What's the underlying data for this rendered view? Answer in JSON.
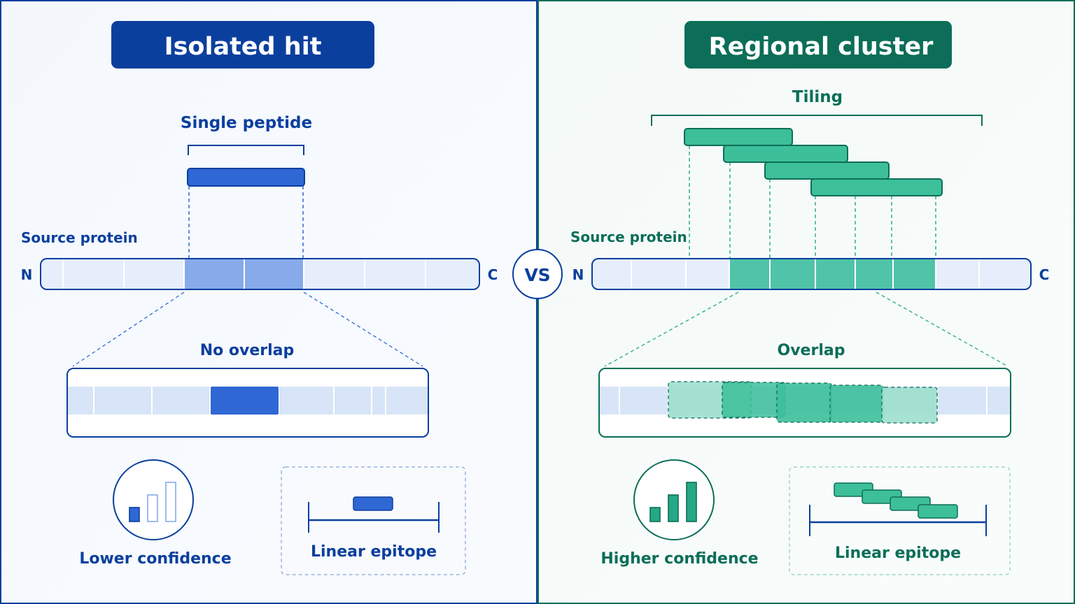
{
  "left": {
    "title": "Isolated hit",
    "peptide_label": "Single peptide",
    "source_label": "Source protein",
    "n_label": "N",
    "c_label": "C",
    "overlap_label": "No overlap",
    "confidence_label": "Lower confidence",
    "epitope_label": "Linear epitope",
    "signal_level": 1
  },
  "center": {
    "vs_label": "VS"
  },
  "right": {
    "title": "Regional cluster",
    "tiling_label": "Tiling",
    "source_label": "Source protein",
    "n_label": "N",
    "c_label": "C",
    "overlap_label": "Overlap",
    "confidence_label": "Higher confidence",
    "epitope_label": "Linear epitope",
    "signal_level": 3
  },
  "colors": {
    "blue_dark": "#0b3f9e",
    "blue_mid": "#2f68d4",
    "blue_light": "#86aaea",
    "blue_pale": "#e6eefb",
    "green_dark": "#0c6e58",
    "green_mid": "#26a884",
    "green_light": "#4fc4a8",
    "green_pale": "#9ddfcd"
  }
}
